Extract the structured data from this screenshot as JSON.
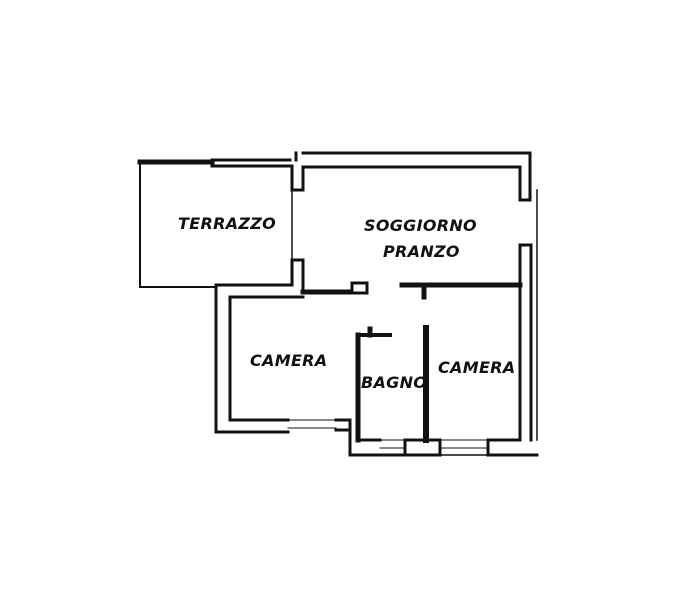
{
  "floor_plan": {
    "colors": {
      "wall": "#111111",
      "background": "#ffffff"
    },
    "rooms": [
      {
        "id": "terrazzo",
        "label": "TERRAZZO"
      },
      {
        "id": "soggiorno",
        "label_line1": "SOGGIORNO",
        "label_line2": "PRANZO"
      },
      {
        "id": "camera_left",
        "label": "CAMERA"
      },
      {
        "id": "bagno",
        "label": "BAGNO"
      },
      {
        "id": "camera_right",
        "label": "CAMERA"
      }
    ]
  }
}
